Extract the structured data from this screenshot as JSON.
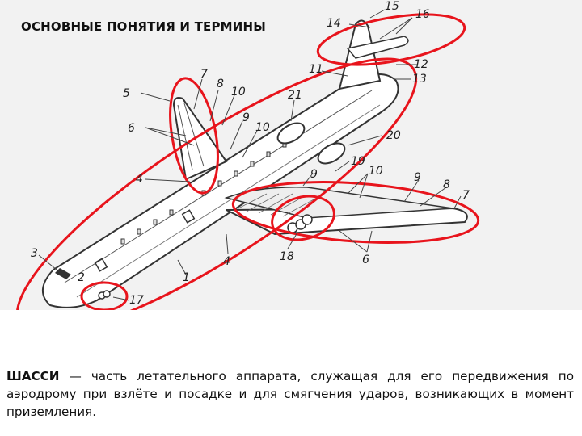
{
  "title": "ОСНОВНЫЕ ПОНЯТИЯ И ТЕРМИНЫ",
  "callouts": [
    "1",
    "2",
    "3",
    "4",
    "4",
    "5",
    "6",
    "6",
    "7",
    "7",
    "8",
    "8",
    "9",
    "9",
    "9",
    "10",
    "10",
    "10",
    "11",
    "12",
    "13",
    "14",
    "15",
    "16",
    "17",
    "18",
    "19",
    "20",
    "21"
  ],
  "highlight_color": "#e8141c",
  "definition": {
    "term": "ШАССИ",
    "dash": " — ",
    "text": "часть летательного аппарата, служащая для его передвижения по аэродрому при взлёте и посадке и для смягчения ударов, возникающих в момент приземления."
  }
}
